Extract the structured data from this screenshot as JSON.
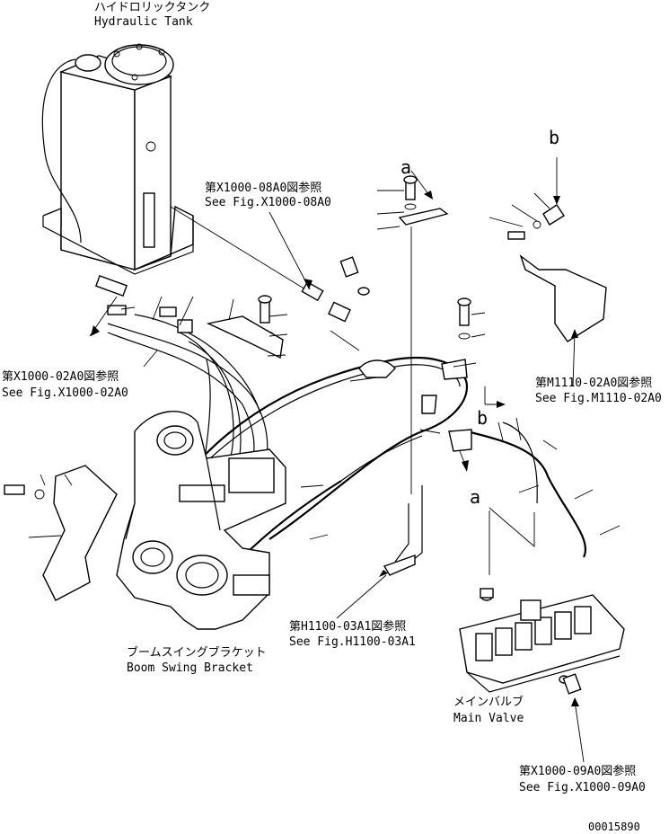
{
  "labels": {
    "hydraulic_tank_jp": "ハイドロリックタンク",
    "hydraulic_tank_en": "Hydraulic Tank",
    "ref_x1000_08a0_jp": "第X1000-08A0図参照",
    "ref_x1000_08a0_en": "See Fig.X1000-08A0",
    "ref_x1000_02a0_jp": "第X1000-02A0図参照",
    "ref_x1000_02a0_en": "See Fig.X1000-02A0",
    "ref_m1110_02a0_jp": "第M1110-02A0図参照",
    "ref_m1110_02a0_en": "See Fig.M1110-02A0",
    "ref_h1100_03a1_jp": "第H1100-03A1図参照",
    "ref_h1100_03a1_en": "See Fig.H1100-03A1",
    "boom_swing_bracket_jp": "ブームスイングブラケット",
    "boom_swing_bracket_en": "Boom Swing Bracket",
    "main_valve_jp": "メインバルブ",
    "main_valve_en": "Main Valve",
    "ref_x1000_09a0_jp": "第X1000-09A0図参照",
    "ref_x1000_09a0_en": "See Fig.X1000-09A0",
    "callout_a": "a",
    "callout_b": "b",
    "drawing_number": "00015890"
  }
}
